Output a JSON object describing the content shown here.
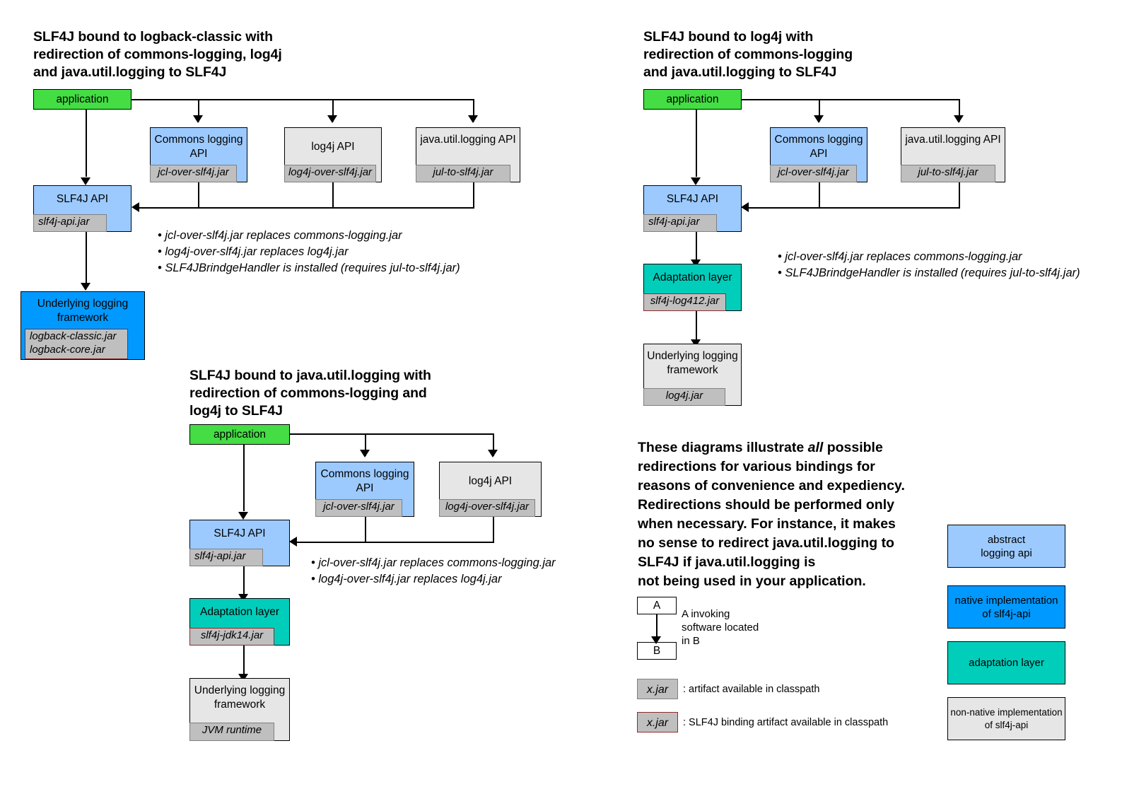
{
  "colors": {
    "application": "#44dd44",
    "abstract_api": "#9ccaff",
    "native_impl": "#0099ff",
    "adaptation_layer": "#00cebb",
    "non_native_impl": "#e6e6e6",
    "jar_chip": "#bfbfbf",
    "jar_chip_border": "#808080",
    "binding_jar_border": "#8d2b2b",
    "line": "#000000"
  },
  "diagram1": {
    "title": "SLF4J bound to logback-classic with\nredirection of commons-logging, log4j\nand java.util.logging to SLF4J",
    "nodes": {
      "application": {
        "label": "application"
      },
      "commons": {
        "label": "Commons\nlogging API",
        "jar": "jcl-over-slf4j.jar"
      },
      "log4japi": {
        "label": "log4j API",
        "jar": "log4j-over-slf4j.jar"
      },
      "jul": {
        "label": "java.util.logging\nAPI",
        "jar": "jul-to-slf4j.jar"
      },
      "slf4japi": {
        "label": "SLF4J API",
        "jar": "slf4j-api.jar"
      },
      "underlying": {
        "label": "Underlying logging\nframework",
        "jar": "logback-classic.jar\nlogback-core.jar"
      }
    },
    "notes": [
      "• jcl-over-slf4j.jar replaces commons-logging.jar",
      "• log4j-over-slf4j.jar replaces log4j.jar",
      "• SLF4JBrindgeHandler is installed (requires jul-to-slf4j.jar)"
    ]
  },
  "diagram2": {
    "title": "SLF4J bound to log4j with\nredirection of commons-logging\nand java.util.logging to SLF4J",
    "nodes": {
      "application": {
        "label": "application"
      },
      "commons": {
        "label": "Commons\nlogging API",
        "jar": "jcl-over-slf4j.jar"
      },
      "jul": {
        "label": "java.util.logging\nAPI",
        "jar": "jul-to-slf4j.jar"
      },
      "slf4japi": {
        "label": "SLF4J API",
        "jar": "slf4j-api.jar"
      },
      "adaptation": {
        "label": "Adaptation layer",
        "jar": "slf4j-log412.jar"
      },
      "underlying": {
        "label": "Underlying\nlogging\nframework",
        "jar": "log4j.jar"
      }
    },
    "notes": [
      "• jcl-over-slf4j.jar replaces commons-logging.jar",
      "• SLF4JBrindgeHandler is installed (requires jul-to-slf4j.jar)"
    ]
  },
  "diagram3": {
    "title": "SLF4J bound to java.util.logging with\nredirection of commons-logging and\nlog4j to SLF4J",
    "nodes": {
      "application": {
        "label": "application"
      },
      "commons": {
        "label": "Commons\nlogging API",
        "jar": "jcl-over-slf4j.jar"
      },
      "log4japi": {
        "label": "log4j API",
        "jar": "log4j-over-slf4j.jar"
      },
      "slf4japi": {
        "label": "SLF4J API",
        "jar": "slf4j-api.jar"
      },
      "adaptation": {
        "label": "Adaptation layer",
        "jar": "slf4j-jdk14.jar"
      },
      "underlying": {
        "label": "Underlying\nlogging\nframework",
        "jar": "JVM runtime"
      }
    },
    "notes": [
      "• jcl-over-slf4j.jar replaces commons-logging.jar",
      "• log4j-over-slf4j.jar replaces log4j.jar"
    ]
  },
  "explanation": {
    "part1": "These diagrams illustrate ",
    "emphasis": "all",
    "part2": " possible\nredirections for various bindings for\nreasons of convenience and expediency.\nRedirections should be performed only\nwhen necessary. For instance, it makes\nno sense to redirect java.util.logging to\nSLF4J if java.util.logging is\nnot being used in your application."
  },
  "legend": {
    "invoke": {
      "box_a": "A",
      "box_b": "B",
      "caption": "A invoking\nsoftware located\nin B"
    },
    "jar_plain": {
      "label": "x.jar",
      "caption": ": artifact available in classpath"
    },
    "jar_binding": {
      "label": "x.jar",
      "caption": ": SLF4J binding artifact available in classpath"
    },
    "swatches": [
      {
        "label": "abstract\nlogging api",
        "kind": "abstract"
      },
      {
        "label": "native implementation\nof slf4j-api",
        "kind": "native"
      },
      {
        "label": "adaptation layer",
        "kind": "adaptation"
      },
      {
        "label": "non-native implementation\nof slf4j-api",
        "kind": "non-native"
      }
    ]
  }
}
